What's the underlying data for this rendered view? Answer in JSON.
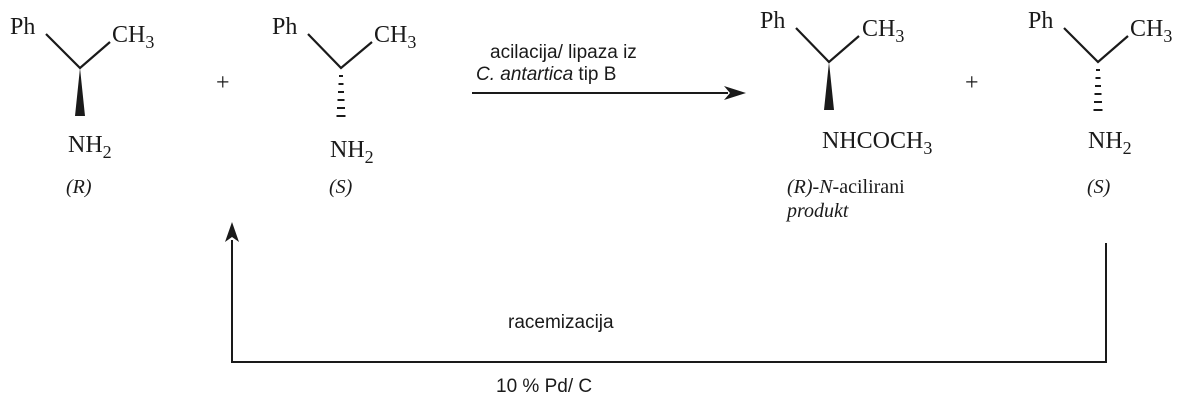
{
  "substrates": [
    {
      "ph": "Ph",
      "ch3": "CH3",
      "group": "NH2",
      "label": "(R)"
    },
    {
      "ph": "Ph",
      "ch3": "CH3",
      "group": "NH2",
      "label": "(S)"
    }
  ],
  "products": [
    {
      "ph": "Ph",
      "ch3": "CH3",
      "group": "NHCOCH3",
      "label_italic": "(R)-N-",
      "label_rest": "acilirani",
      "label_line2": "produkt"
    },
    {
      "ph": "Ph",
      "ch3": "CH3",
      "group": "NH2",
      "label": "(S)"
    }
  ],
  "plus": "+",
  "reaction": {
    "line1": "acilacija/ lipaza iz",
    "line2_italic": "C. antartica",
    "line2_rest": " tip B"
  },
  "recycle": {
    "label": "racemizacija",
    "catalyst": "10 % Pd/ C"
  }
}
